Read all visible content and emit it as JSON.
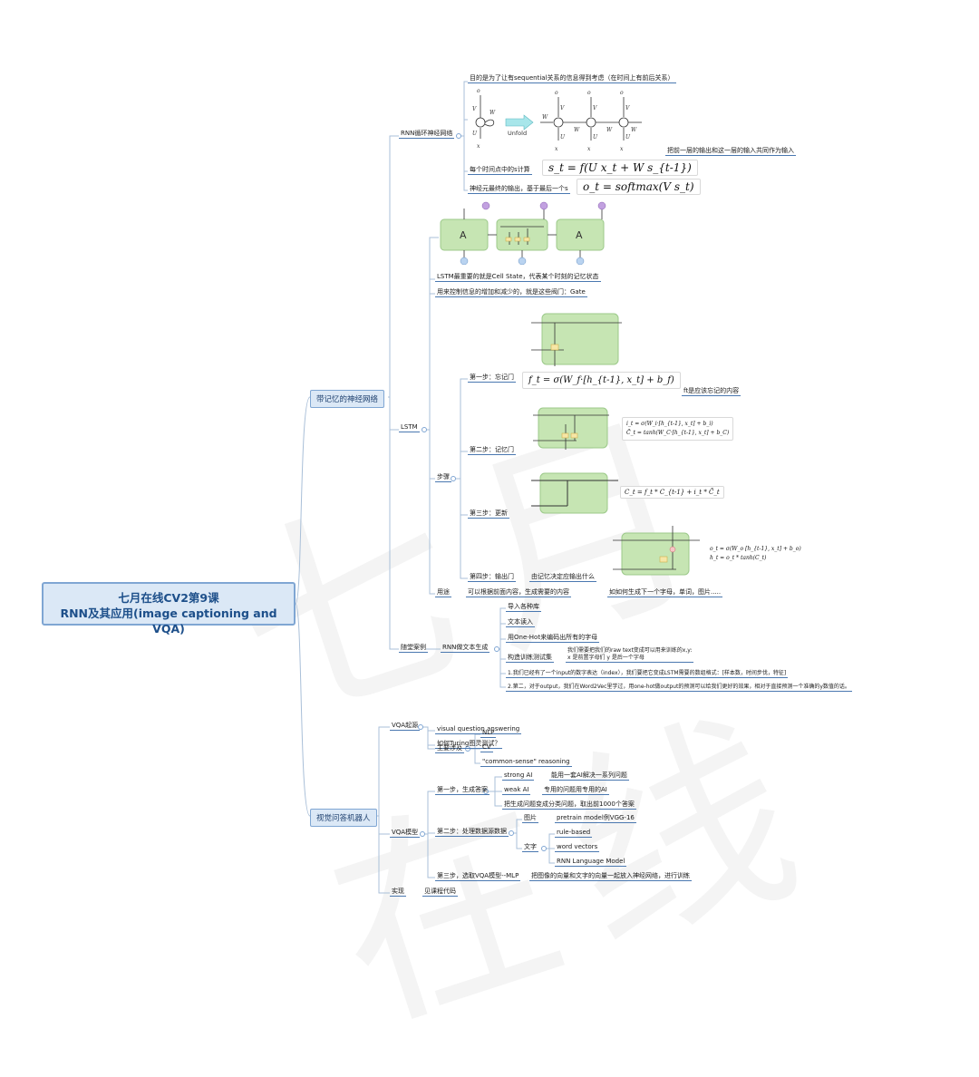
{
  "root": {
    "line1": "七月在线CV2第9课",
    "line2": "RNN及其应用(image captioning and VQA)"
  },
  "watermark": "七月在线",
  "memory": {
    "title": "带记忆的神经网络",
    "rnn": {
      "title": "RNN循环神经网络",
      "goal": "目的是为了让有sequential关系的信息得到考虑（在时间上有前后关系）",
      "diagram_unfold": "Unfold",
      "prev_output_note": "把前一层的输出和这一层的输入共同作为输入",
      "s_calc_label": "每个时间点中的s计算",
      "s_formula": "s_t = f(U x_t + W s_{t-1})",
      "output_label": "神经元最终的输出，基于最后一个s",
      "o_formula": "o_t = softmax(V s_t)"
    },
    "lstm": {
      "title": "LSTM",
      "cell_state": "LSTM最重要的就是Cell State，代表某个时刻的记忆状态",
      "gate": "用来控制信息的增加和减少的，就是这些阀门：Gate",
      "steps_label": "步骤",
      "step1": "第一步：忘记门",
      "step1_formula": "f_t = σ(W_f·[h_{t-1}, x_t] + b_f)",
      "step1_note": "ft是应该忘记的内容",
      "step2": "第二步：记忆门",
      "step2_formula_a": "i_t = σ(W_i·[h_{t-1}, x_t] + b_i)",
      "step2_formula_b": "C̃_t = tanh(W_C·[h_{t-1}, x_t] + b_C)",
      "step3": "第三步：更新",
      "step3_formula": "C_t = f_t * C_{t-1} + i_t * C̃_t",
      "step4": "第四步：输出门",
      "step4_note": "由记忆决定应输出什么",
      "step4_formula_a": "o_t = σ(W_o [h_{t-1}, x_t] + b_o)",
      "step4_formula_b": "h_t = o_t * tanh(C_t)",
      "usage_label": "用途",
      "usage_text": "可以根据前面内容，生成需要的内容",
      "usage_example": "如如何生成下一个字母，单词，图片.....",
      "chain_A": "A"
    },
    "example": {
      "title": "随堂案例",
      "sub": "RNN做文本生成",
      "items": [
        "导入各种库",
        "文本读入",
        "用One-Hot来编码出所有的字母"
      ],
      "train_label": "构造训练测试集",
      "train_text_1": "我们需要把我们的raw text变成可以用来训练的x,y:",
      "train_text_2": "x 是前置字母们 y 是后一个字母",
      "note1": "1.我们已经有了一个input的数字表达（index），我们要把它变成LSTM需要的数组格式：[样本数，时间步伐，特征]",
      "note2": "2.第二，对于output，我们在Word2Vec里学过，用one-hot做output的预测可以给我们更好的效果，相对于直接预测一个准确的y数值的话。"
    }
  },
  "vqa": {
    "title": "视觉问答机器人",
    "origin": {
      "title": "VQA起源",
      "full_name": "visual question  answering",
      "test": "如何Turing图灵测试？",
      "involve": "主要涉及",
      "nlp": "NLP",
      "cv": "CV",
      "common": "\"common-sense\" reasoning"
    },
    "model": {
      "title": "VQA模型",
      "step1": "第一步，生成答案",
      "strong": "strong AI",
      "strong_desc": "能用一套AI解决一系列问题",
      "weak": "weak AI",
      "weak_desc": "专用的问题用专用的AI",
      "top1000": "把生成问题变成分类问题，取出前1000个答案",
      "step2": "第二步：处理数据源数据",
      "image": "图片",
      "image_desc": "pretrain model例VGG-16",
      "text": "文字",
      "rule": "rule-based",
      "wordvec": "word vectors",
      "rnnlm": "RNN Language Model",
      "step3": "第三步，选取VQA模型--MLP",
      "step3_desc": "把图像的向量和文字的向量一起放入神经网络，进行训练"
    },
    "impl": {
      "title": "实现",
      "desc": "见课程代码"
    }
  },
  "colors": {
    "line": "#a9bfd8",
    "underline": "#4a78b0",
    "topic_bg": "#dbe8f6",
    "topic_border": "#7fa6d3",
    "lstm_cell": "#c6e5b3"
  }
}
